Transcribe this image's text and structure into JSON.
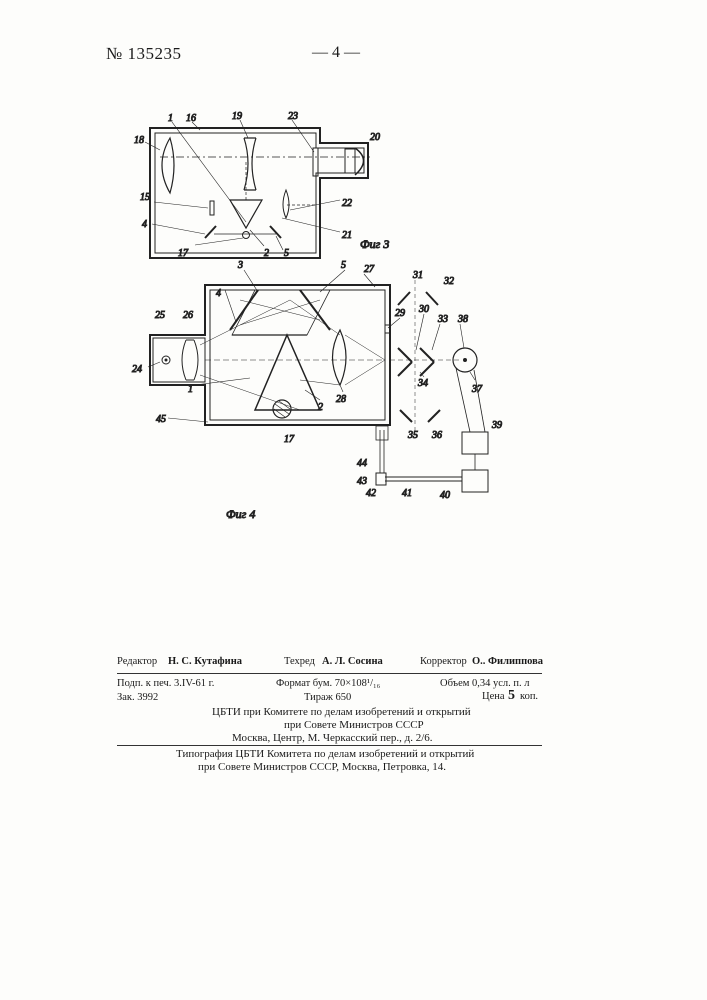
{
  "header": {
    "patent_number": "№ 135235",
    "page_number": "— 4 —"
  },
  "fig3": {
    "caption": "Фиг 3",
    "labels": [
      "1",
      "16",
      "19",
      "23",
      "20",
      "18",
      "15",
      "4",
      "17",
      "2",
      "5",
      "21",
      "22"
    ]
  },
  "fig4": {
    "caption": "Фиг 4",
    "labels": [
      "3",
      "5",
      "27",
      "31",
      "32",
      "4",
      "25",
      "26",
      "29",
      "30",
      "33",
      "38",
      "24",
      "28",
      "34",
      "37",
      "1",
      "2",
      "45",
      "17",
      "35",
      "36",
      "39",
      "44",
      "43",
      "42",
      "41",
      "40"
    ]
  },
  "imprint": {
    "editor_label": "Редактор",
    "editor_name": "Н. С. Кутафина",
    "techred_label": "Техред",
    "techred_name": "А. Л. Сосина",
    "corrector_label": "Корректор",
    "corrector_name": "О.. Филиппова",
    "signed": "Подп. к печ. 3.IV-61 г.",
    "format": "Формат бум. 70×108¹/₁₆",
    "volume": "Объем 0,34 усл. п. л",
    "order": "Зак. 3992",
    "circulation": "Тираж 650",
    "price_label": "Цена",
    "price_value": "5",
    "price_unit": "коп.",
    "org1": "ЦБТИ при Комитете по делам изобретений и открытий",
    "org2": "при Совете Министров СССР",
    "address": "Москва, Центр, М. Черкасский пер., д. 2/6.",
    "typo1": "Типография ЦБТИ Комитета по делам изобретений и открытий",
    "typo2": "при Совете Министров СССР, Москва, Петровка, 14."
  }
}
